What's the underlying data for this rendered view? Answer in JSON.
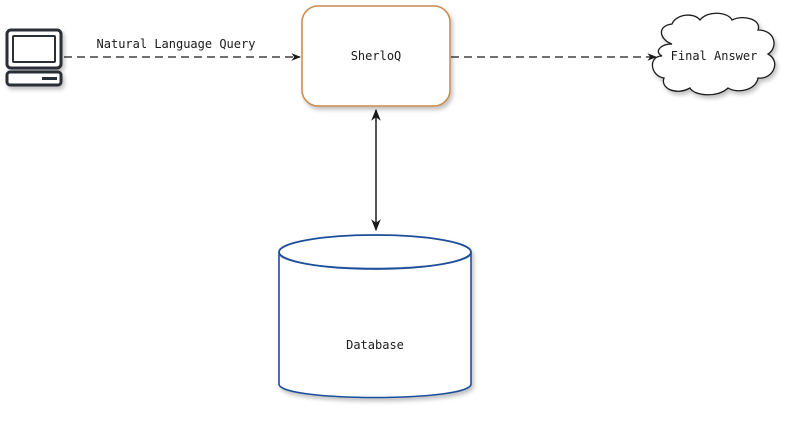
{
  "nodes": {
    "client": {
      "label": "",
      "icon": "computer-icon"
    },
    "sherloq": {
      "label": "SherloQ"
    },
    "final_answer": {
      "label": "Final Answer"
    },
    "database": {
      "label": "Database"
    }
  },
  "edges": {
    "query": {
      "label": "Natural Language Query",
      "style": "dashed",
      "from": "client",
      "to": "sherloq"
    },
    "answer": {
      "label": "",
      "style": "dashed",
      "from": "sherloq",
      "to": "final_answer"
    },
    "db_link": {
      "label": "",
      "style": "solid-bidirectional",
      "from": "sherloq",
      "to": "database"
    }
  },
  "colors": {
    "sherloq_border": "#c98a4e",
    "database_border": "#1f4f9a",
    "edge": "#1a1a1a",
    "computer": "#2b2f36"
  }
}
